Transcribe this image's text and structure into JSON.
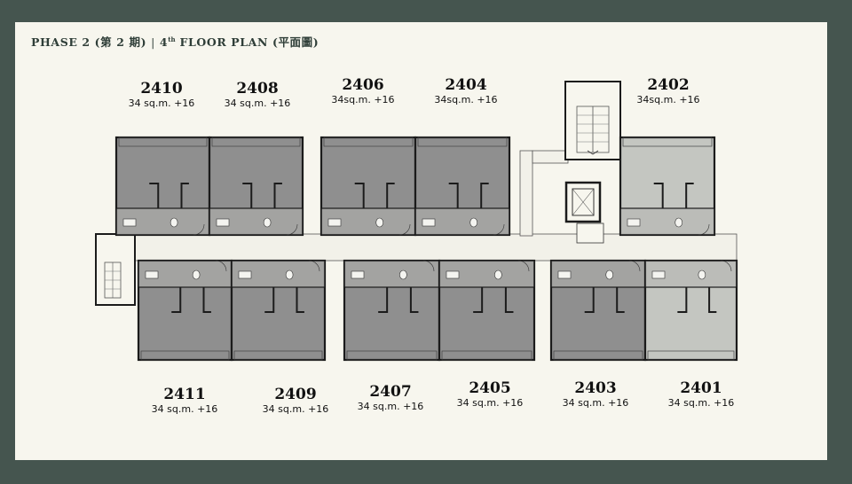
{
  "title": {
    "phase": "PHASE 2 (第 2 期)",
    "separator": "|",
    "floor_num": "4",
    "floor_ordinal": "th",
    "floor_rest": "FLOOR PLAN (平面圖)"
  },
  "colors": {
    "frame": "#45554f",
    "paper": "#f7f6ee",
    "unit_dark": "#8f8f8f",
    "unit_light": "#c4c6c1",
    "wall": "#1b1b1b"
  },
  "units": [
    {
      "id": "2410",
      "number": "2410",
      "area": "34 sq.m. +16",
      "tone": "dark"
    },
    {
      "id": "2408",
      "number": "2408",
      "area": "34 sq.m. +16",
      "tone": "dark"
    },
    {
      "id": "2406",
      "number": "2406",
      "area": "34sq.m. +16",
      "tone": "dark"
    },
    {
      "id": "2404",
      "number": "2404",
      "area": "34sq.m. +16",
      "tone": "dark"
    },
    {
      "id": "2402",
      "number": "2402",
      "area": "34sq.m. +16",
      "tone": "light"
    },
    {
      "id": "2411",
      "number": "2411",
      "area": "34 sq.m. +16",
      "tone": "dark"
    },
    {
      "id": "2409",
      "number": "2409",
      "area": "34 sq.m. +16",
      "tone": "dark"
    },
    {
      "id": "2407",
      "number": "2407",
      "area": "34 sq.m. +16",
      "tone": "dark"
    },
    {
      "id": "2405",
      "number": "2405",
      "area": "34 sq.m. +16",
      "tone": "dark"
    },
    {
      "id": "2403",
      "number": "2403",
      "area": "34 sq.m. +16",
      "tone": "dark"
    },
    {
      "id": "2401",
      "number": "2401",
      "area": "34 sq.m. +16",
      "tone": "light"
    }
  ]
}
